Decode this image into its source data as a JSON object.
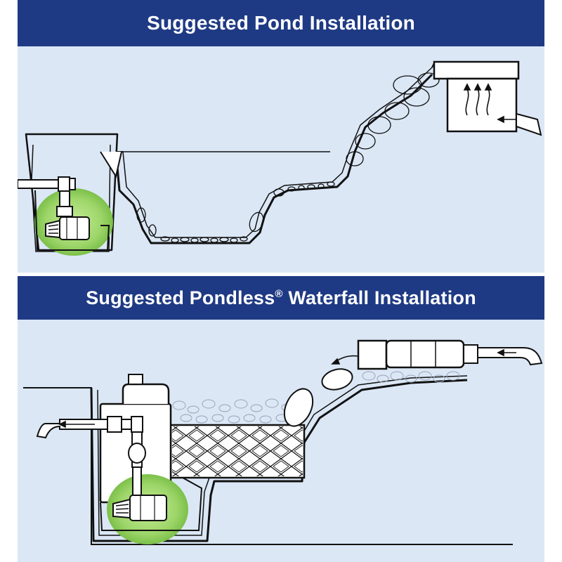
{
  "top_section": {
    "title": "Suggested Pond Installation"
  },
  "bottom_section": {
    "title_before_mark": "Suggested Pondless",
    "registered_mark": "®",
    "title_after_mark": " Waterfall Installation"
  },
  "colors": {
    "banner": "#1f3a84",
    "panel_background": "#dbe7f5",
    "pump_highlight": "#9ed66a",
    "outline": "#111111"
  },
  "icons": [
    "pump-icon",
    "skimmer-icon",
    "waterfall-box-icon",
    "flow-arrow-icon",
    "pipe-icon",
    "stones-icon",
    "matrix-block-icon",
    "vault-icon"
  ]
}
